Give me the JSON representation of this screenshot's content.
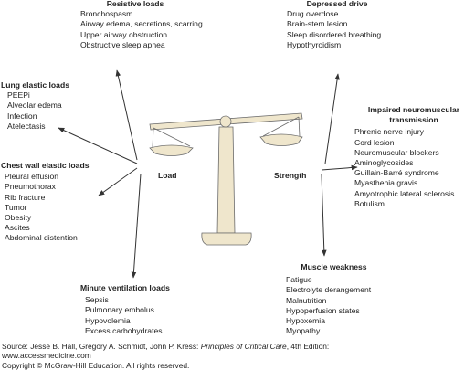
{
  "groups": {
    "resistive": {
      "title": "Resistive loads",
      "items": [
        "Bronchospasm",
        "Airway edema, secretions, scarring",
        "Upper airway obstruction",
        "Obstructive sleep apnea"
      ]
    },
    "depressed": {
      "title": "Depressed drive",
      "items": [
        "Drug overdose",
        "Brain-stem lesion",
        "Sleep disordered breathing",
        "Hypothyroidism"
      ]
    },
    "lung": {
      "title": "Lung elastic loads",
      "items": [
        "PEEPi",
        "Alveolar edema",
        "Infection",
        "Atelectasis"
      ]
    },
    "impaired": {
      "title_line1": "Impaired neuromuscular",
      "title_line2": "transmission",
      "items": [
        "Phrenic nerve injury",
        "Cord lesion",
        "Neuromuscular blockers",
        "Aminoglycosides",
        "Guillain-Barré syndrome",
        "Myasthenia gravis",
        "Amyotrophic lateral sclerosis",
        "Botulism"
      ]
    },
    "chest": {
      "title": "Chest wall elastic loads",
      "items": [
        "Pleural effusion",
        "Pneumothorax",
        "Rib fracture",
        "Tumor",
        "Obesity",
        "Ascites",
        "Abdominal distention"
      ]
    },
    "minute": {
      "title": "Minute ventilation loads",
      "items": [
        "Sepsis",
        "Pulmonary embolus",
        "Hypovolemia",
        "Excess carbohydrates"
      ]
    },
    "muscle": {
      "title": "Muscle weakness",
      "items": [
        "Fatigue",
        "Electrolyte derangement",
        "Malnutrition",
        "Hypoperfusion states",
        "Hypoxemia",
        "Myopathy"
      ]
    }
  },
  "scale": {
    "left_label": "Load",
    "right_label": "Strength"
  },
  "footer": {
    "source_prefix": "Source: Jesse B. Hall, Gregory A. Schmidt, John P. Kress: ",
    "book_title": "Principles of Critical Care",
    "source_suffix": ", 4th Edition:",
    "url": "www.accessmedicine.com",
    "copyright": "Copyright © McGraw-Hill Education. All rights reserved."
  },
  "colors": {
    "scale_fill": "#efe6cc",
    "scale_stroke": "#6b6b6b",
    "arrow": "#333333"
  }
}
